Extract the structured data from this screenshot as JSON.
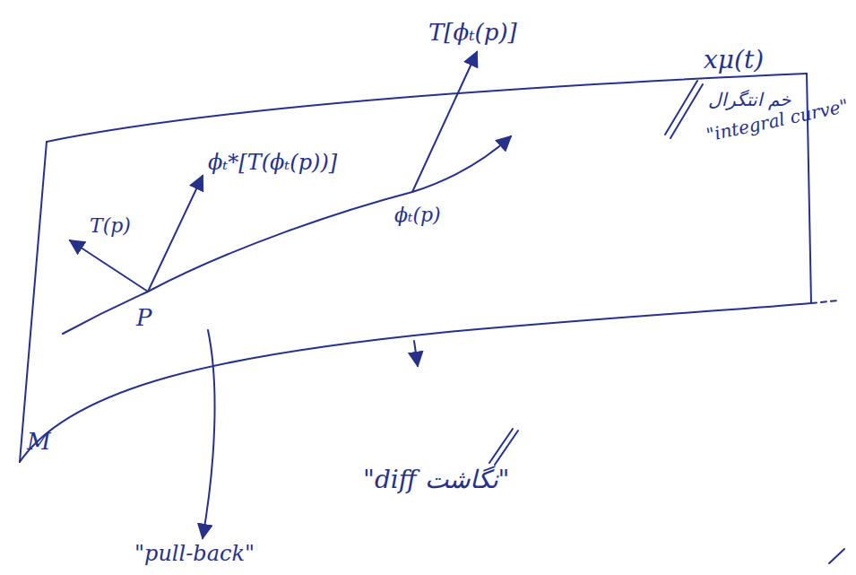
{
  "diagram": {
    "labels": [
      "T[ϕₜ(p)]",
      "xμ(t)",
      "خم انتگرال",
      "\"integral curve\"",
      "T(p)",
      "ϕₜ*[T(ϕₜ(p))]",
      "P",
      "ϕₜ(p)",
      "M",
      "\"diff نگاشت\"",
      "\"pull-back\""
    ]
  }
}
